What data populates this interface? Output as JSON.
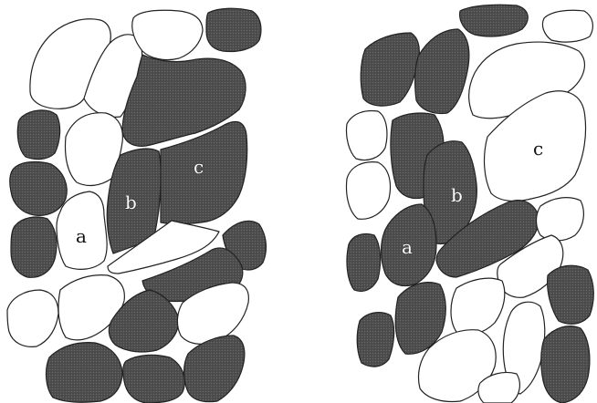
{
  "colors": {
    "dark": "#4a4a4a",
    "light": "#ffffff",
    "outline": "#222222"
  },
  "left_panel": {
    "labels": {
      "a": "a",
      "b": "b",
      "c": "c"
    }
  },
  "right_panel": {
    "labels": {
      "a": "a",
      "b": "b",
      "c": "c"
    }
  }
}
